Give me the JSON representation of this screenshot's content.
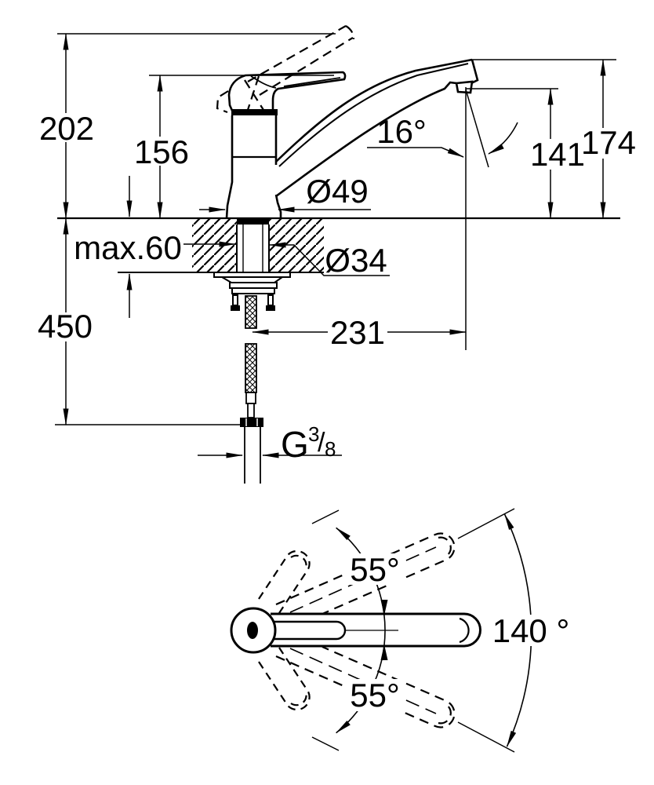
{
  "drawing": {
    "kind": "technical-dimension-drawing",
    "colors": {
      "line": "#000000",
      "background": "#ffffff"
    },
    "side_view": {
      "total_height": "202",
      "body_height": "156",
      "spout_angle": "16°",
      "outlet_height": "141",
      "spout_top_height": "174",
      "base_diameter": "Ø49",
      "max_deck_thickness": "max.60",
      "shank_diameter": "Ø34",
      "hose_length_below_deck": "450",
      "spout_reach": "231",
      "thread": {
        "text": "G 3/8",
        "prefix": "G",
        "numerator": "3",
        "slash": "/",
        "denominator": "8"
      }
    },
    "top_view": {
      "lever_angle_up": "55°",
      "lever_angle_down": "55°",
      "swivel_angle": "140 °"
    }
  }
}
